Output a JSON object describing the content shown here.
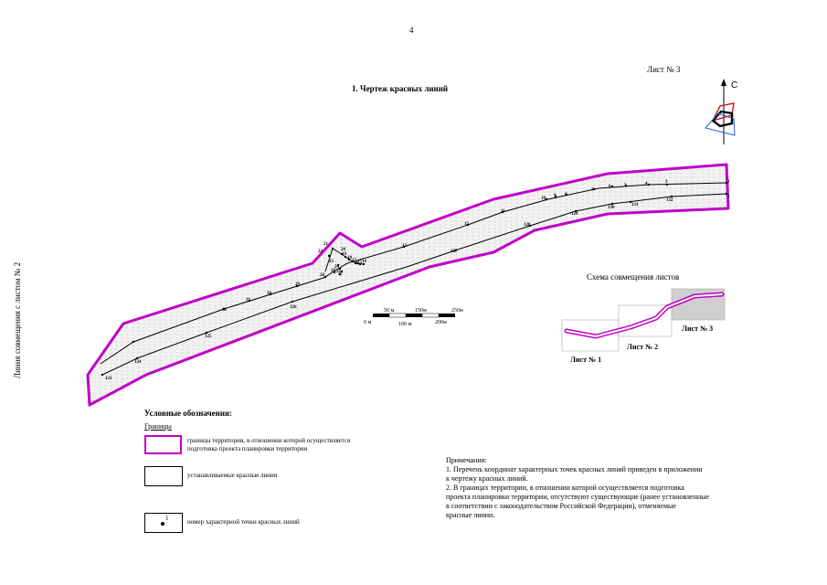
{
  "page_number": "4",
  "sheet_label": "Лист № 3",
  "title": "1. Чертеж красных линий",
  "north_label": "С",
  "side_label": "Линия совмещения с листом № 2",
  "scale_bar": {
    "top_labels": [
      "50 м",
      "150м",
      "250м"
    ],
    "bottom_labels": [
      "0 м",
      "100 м",
      "200м"
    ]
  },
  "scheme": {
    "title": "Схема совмещения листов",
    "sheets": [
      "Лист № 1",
      "Лист № 2",
      "Лист № 3"
    ]
  },
  "legend": {
    "title": "Условные обозначения:",
    "subtitle": "Границы",
    "items": [
      {
        "label_line1": "границы территории, в отношении которой осуществляется",
        "label_line2": "подготовка проекта планировки территории",
        "color": "#c000c8"
      },
      {
        "label_line1": "устанавливаемые красные линии",
        "label_line2": "",
        "color": "#000000"
      },
      {
        "label_line1": "номер характерной точки красных линий",
        "label_line2": "",
        "sample": "1"
      }
    ]
  },
  "notes": {
    "title": "Примечания:",
    "lines": [
      "1. Перечень координат характерных точек красных линий приведен в приложении",
      "к чертежу красных линий.",
      "2. В границах территории, в отношении которой осуществляется подготовка",
      "проекта планировки территории, отсутствуют существующие (ранее установленные",
      "в соответствии с законодательством Российской Федерации), отменяемые",
      "красные линии."
    ]
  },
  "points_upper": [
    "2",
    "3",
    "4",
    "5",
    "6",
    "7",
    "8",
    "9",
    "10",
    "11",
    "12",
    "13",
    "14",
    "15",
    "16",
    "17",
    "18",
    "19",
    "20",
    "21",
    "22",
    "23",
    "24",
    "25",
    "26",
    "27",
    "28",
    "29",
    "30",
    "31",
    "32"
  ],
  "points_lower": [
    "1",
    "132",
    "131",
    "130",
    "129",
    "128",
    "127",
    "126",
    "125",
    "124",
    "123"
  ],
  "colors": {
    "boundary": "#c000c8",
    "red_line": "#000000",
    "north_red": "#d01010",
    "north_blue": "#2060d0"
  }
}
